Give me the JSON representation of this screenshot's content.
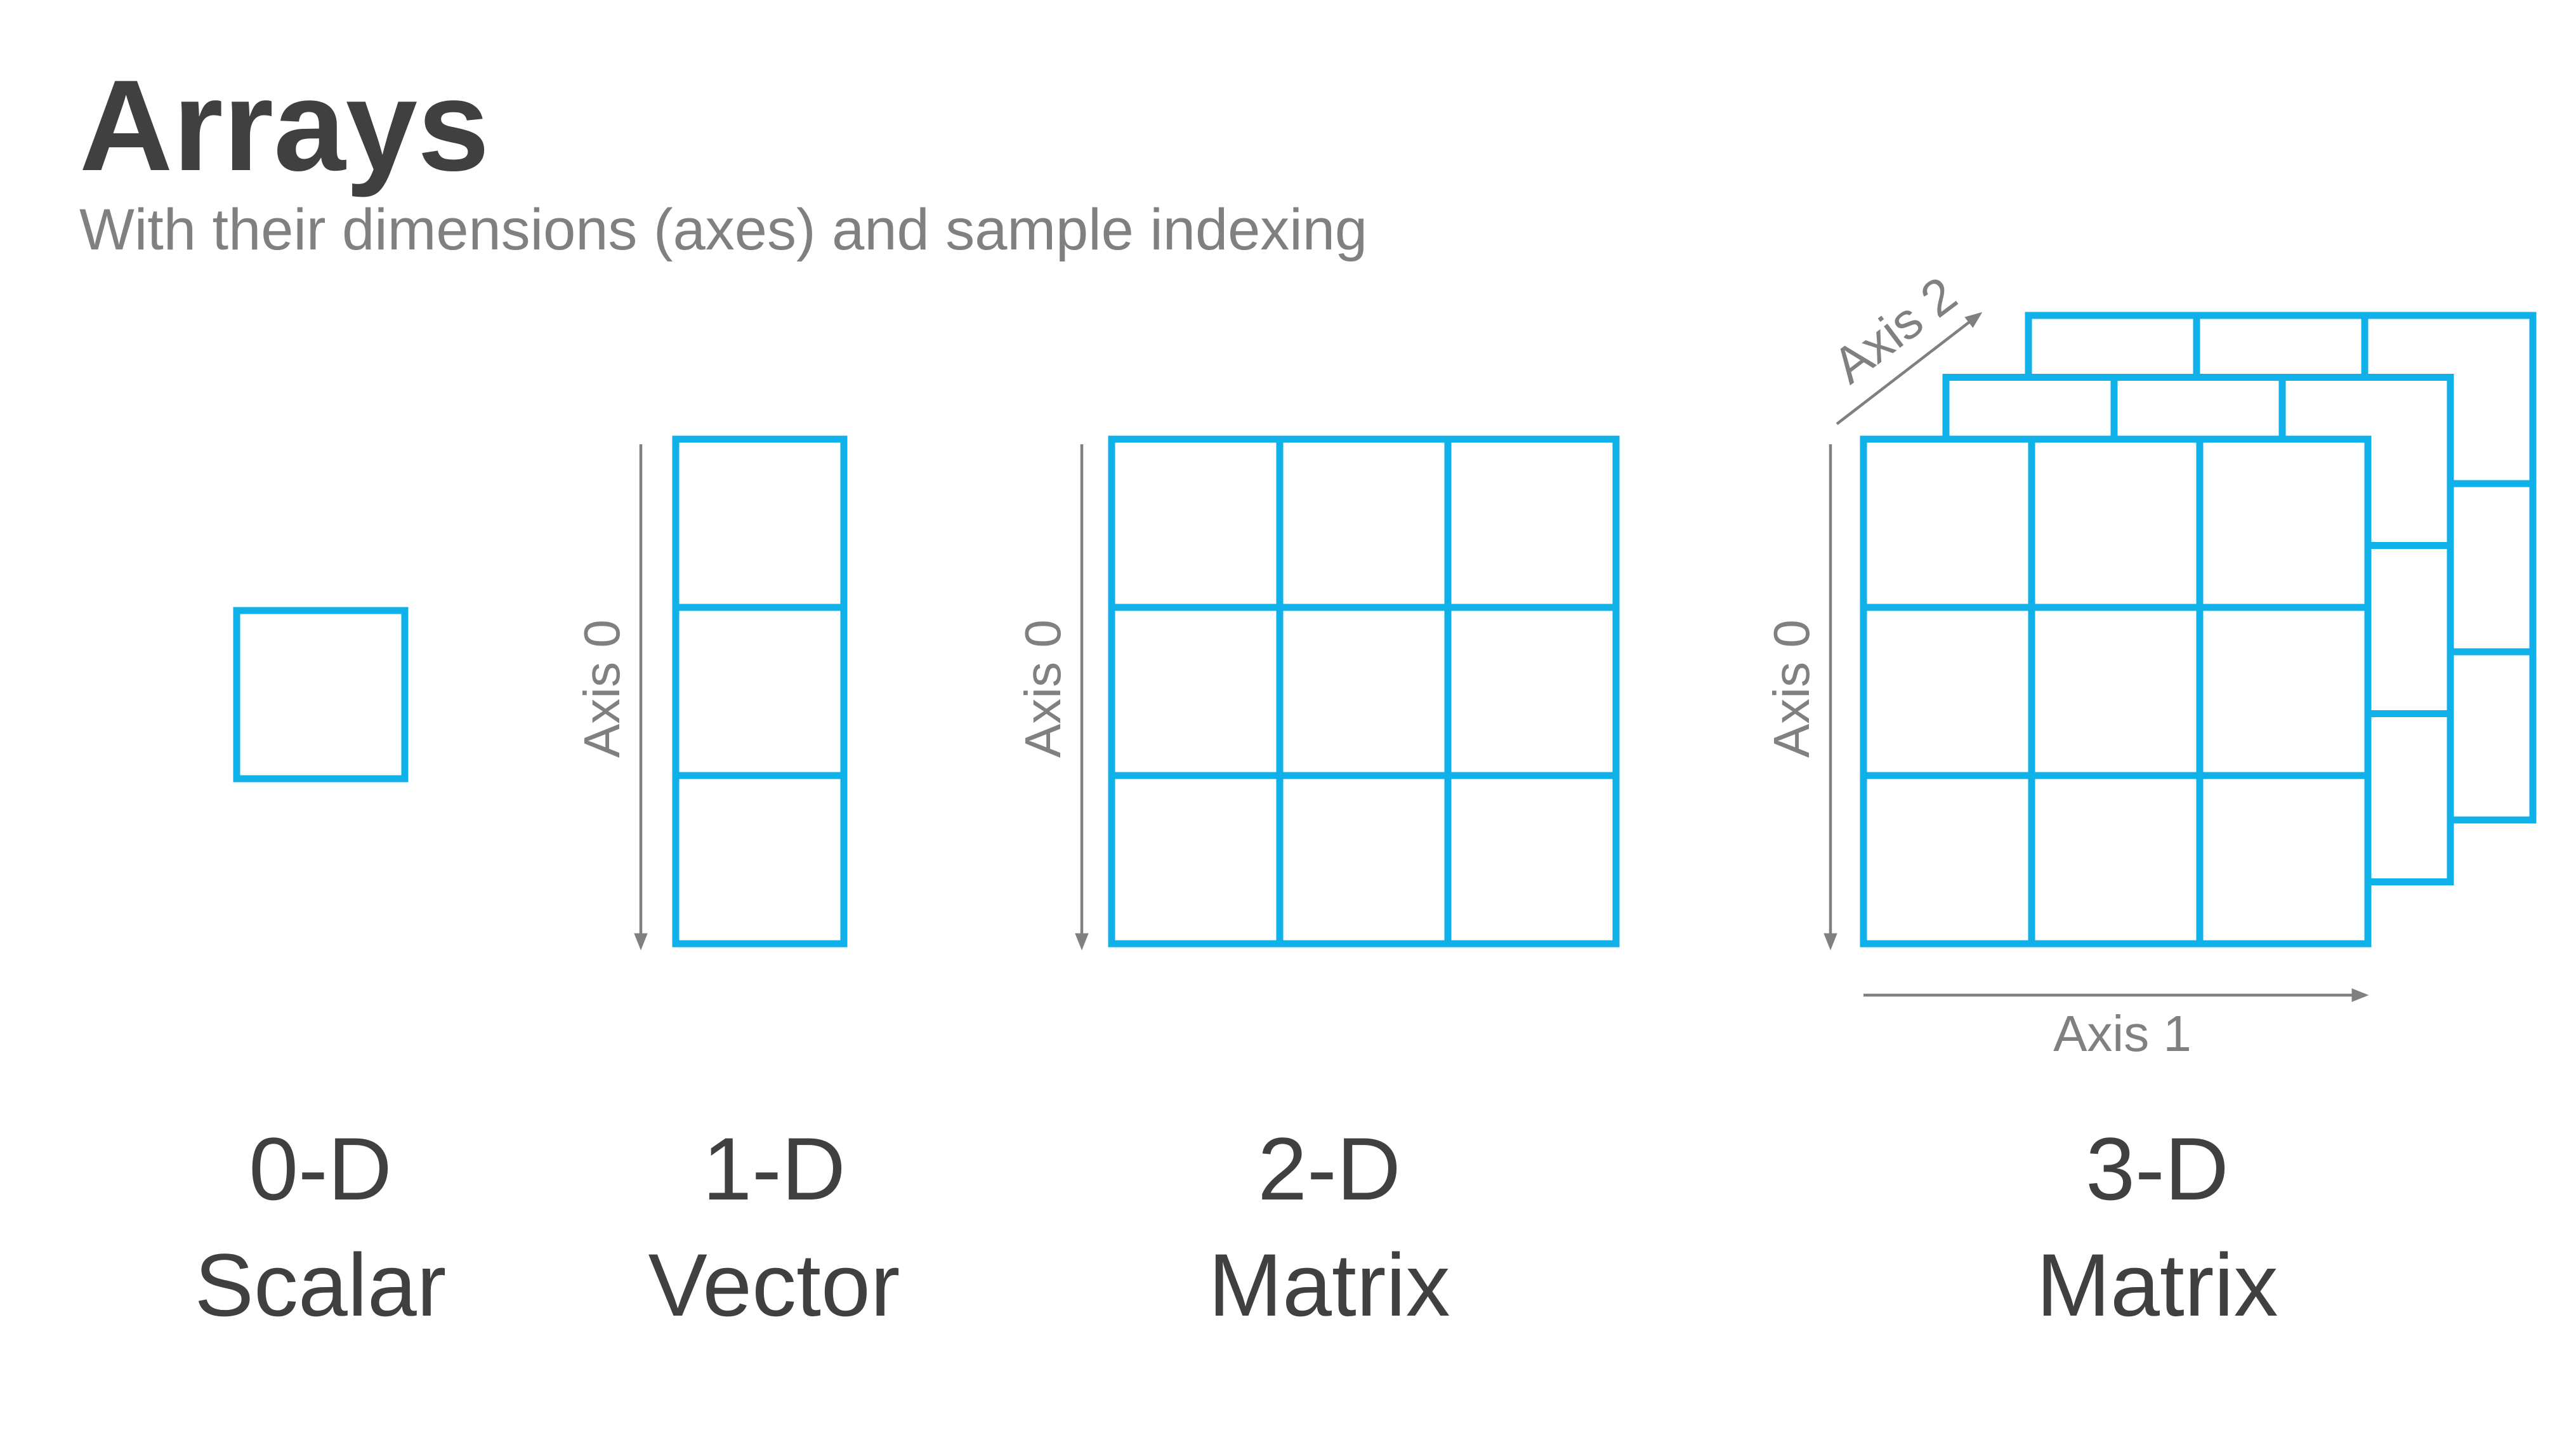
{
  "title": "Arrays",
  "subtitle": "With their dimensions (axes) and sample indexing",
  "colors": {
    "title": "#404040",
    "subtitle": "#808080",
    "grid": "#10b0e8",
    "axis": "#808080",
    "label": "#404040"
  },
  "axes": {
    "axis0": "Axis 0",
    "axis1": "Axis 1",
    "axis2": "Axis 2"
  },
  "arrays": [
    {
      "id": "0d",
      "dim": "0-D",
      "name": "Scalar",
      "rows": 1,
      "cols": 1,
      "layers": 1
    },
    {
      "id": "1d",
      "dim": "1-D",
      "name": "Vector",
      "rows": 3,
      "cols": 1,
      "layers": 1
    },
    {
      "id": "2d",
      "dim": "2-D",
      "name": "Matrix",
      "rows": 3,
      "cols": 3,
      "layers": 1
    },
    {
      "id": "3d",
      "dim": "3-D",
      "name": "Matrix",
      "rows": 3,
      "cols": 3,
      "layers": 3
    }
  ]
}
